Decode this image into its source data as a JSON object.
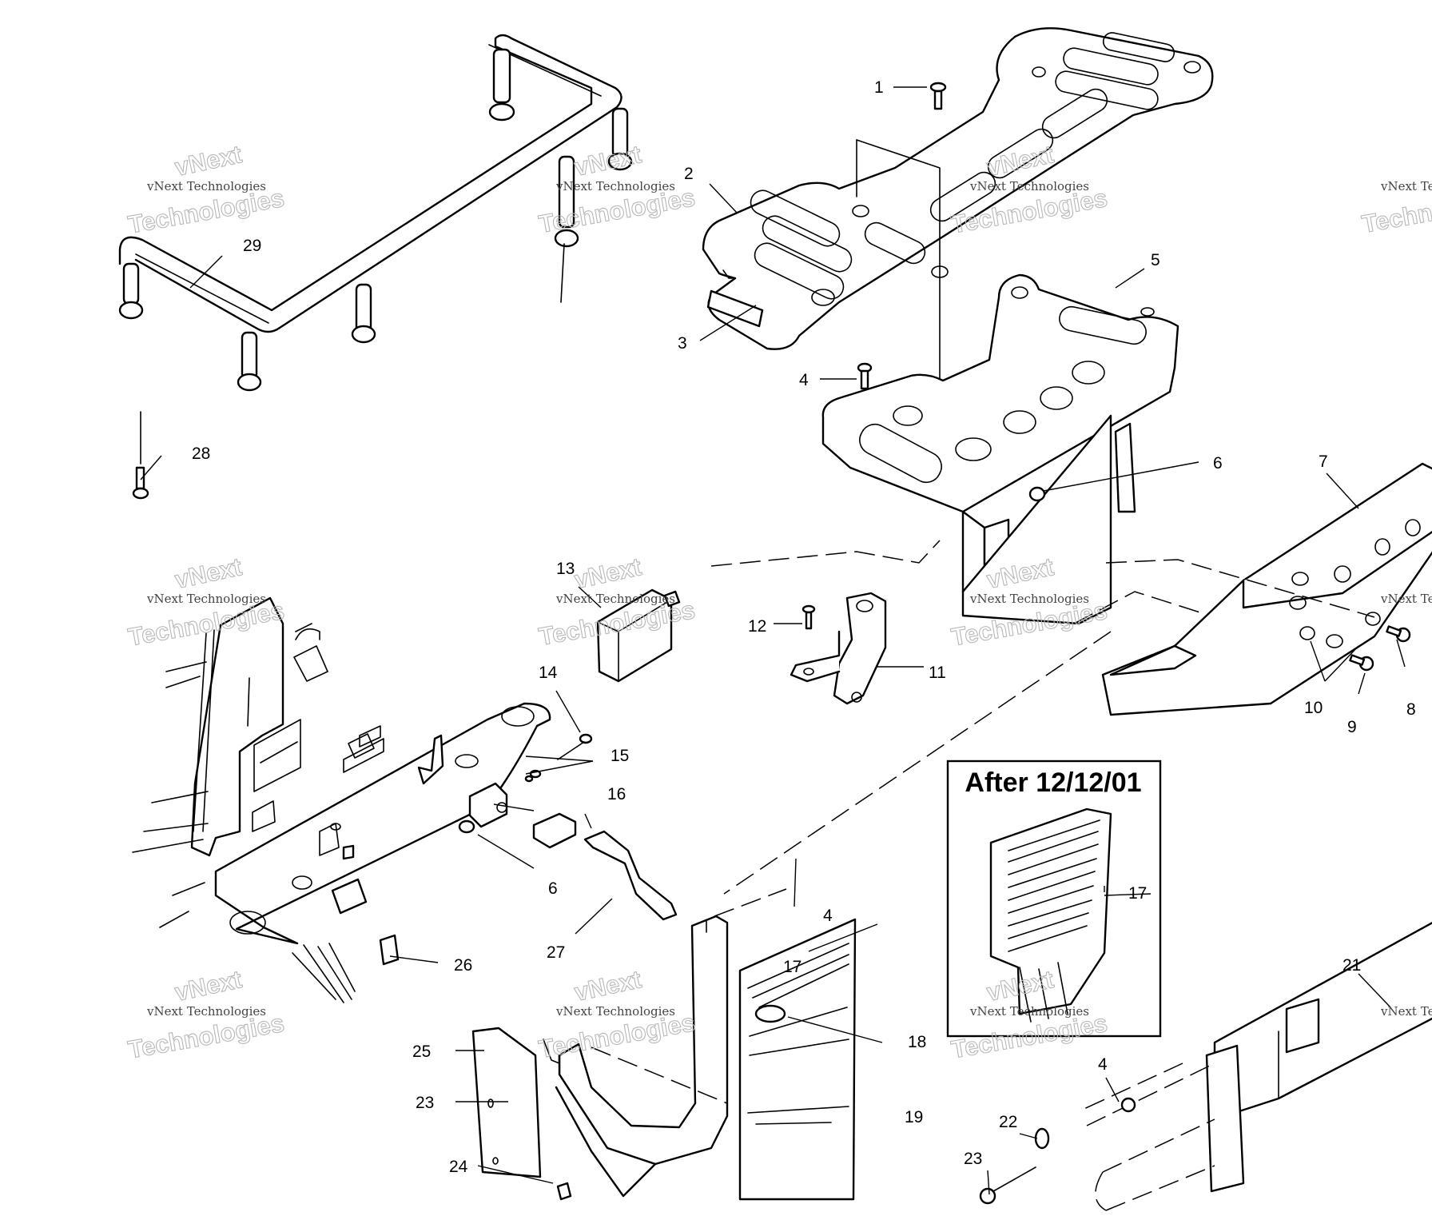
{
  "diagram": {
    "inset_title": "After 12/12/01",
    "watermark": {
      "small": "vNext Technologies",
      "large": "Technologies",
      "top": "vNext"
    },
    "labels": [
      {
        "id": "1",
        "text": "1"
      },
      {
        "id": "2",
        "text": "2"
      },
      {
        "id": "3",
        "text": "3"
      },
      {
        "id": "4a",
        "text": "4"
      },
      {
        "id": "5",
        "text": "5"
      },
      {
        "id": "6a",
        "text": "6"
      },
      {
        "id": "7",
        "text": "7"
      },
      {
        "id": "8",
        "text": "8"
      },
      {
        "id": "9",
        "text": "9"
      },
      {
        "id": "10",
        "text": "10"
      },
      {
        "id": "11",
        "text": "11"
      },
      {
        "id": "12",
        "text": "12"
      },
      {
        "id": "13",
        "text": "13"
      },
      {
        "id": "14",
        "text": "14"
      },
      {
        "id": "15",
        "text": "15"
      },
      {
        "id": "16",
        "text": "16"
      },
      {
        "id": "6b",
        "text": "6"
      },
      {
        "id": "4b",
        "text": "4"
      },
      {
        "id": "17a",
        "text": "17"
      },
      {
        "id": "17b",
        "text": "17"
      },
      {
        "id": "18",
        "text": "18"
      },
      {
        "id": "19",
        "text": "19"
      },
      {
        "id": "21",
        "text": "21"
      },
      {
        "id": "4c",
        "text": "4"
      },
      {
        "id": "22",
        "text": "22"
      },
      {
        "id": "23a",
        "text": "23"
      },
      {
        "id": "23b",
        "text": "23"
      },
      {
        "id": "24",
        "text": "24"
      },
      {
        "id": "25",
        "text": "25"
      },
      {
        "id": "26",
        "text": "26"
      },
      {
        "id": "27",
        "text": "27"
      },
      {
        "id": "28",
        "text": "28"
      },
      {
        "id": "29",
        "text": "29"
      }
    ]
  }
}
